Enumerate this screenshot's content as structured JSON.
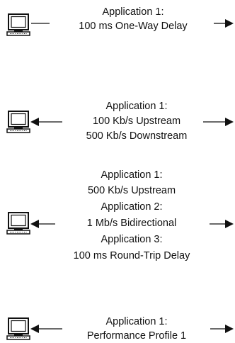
{
  "colors": {
    "ink": "#111111",
    "background": "#ffffff"
  },
  "icons": [
    "computer-icon",
    "arrow-right-icon",
    "arrow-left-icon"
  ],
  "groups": [
    {
      "id": "one-way-delay",
      "arrows": "right",
      "lines": [
        "Application 1:",
        "100 ms One-Way Delay"
      ]
    },
    {
      "id": "upstream-downstream",
      "arrows": "both",
      "lines": [
        "Application 1:",
        "100 Kb/s Upstream",
        "500 Kb/s Downstream"
      ]
    },
    {
      "id": "multi-application",
      "arrows": "both",
      "lines": [
        "Application 1:",
        "500 Kb/s Upstream",
        "Application 2:",
        "1 Mb/s Bidirectional",
        "Application 3:",
        "100 ms Round-Trip Delay"
      ]
    },
    {
      "id": "performance-profile",
      "arrows": "both",
      "lines": [
        "Application 1:",
        "Performance Profile 1"
      ]
    }
  ]
}
